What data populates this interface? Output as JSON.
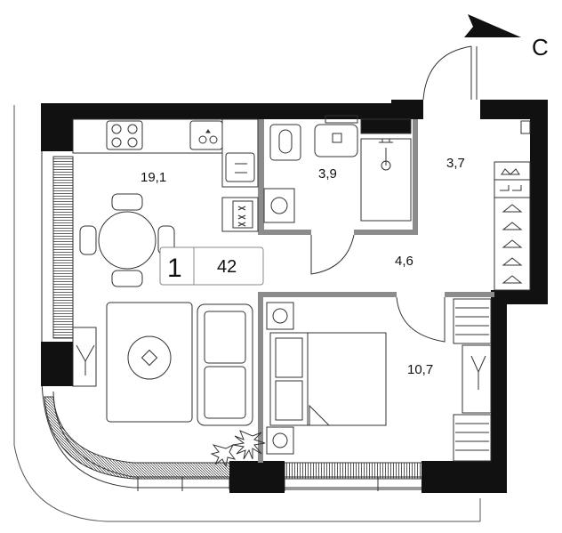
{
  "north": {
    "label": "С"
  },
  "apartment": {
    "rooms_count": "1",
    "total_area": "42"
  },
  "rooms": {
    "living_kitchen": "19,1",
    "bathroom": "3,9",
    "wardrobe": "3,7",
    "hallway": "4,6",
    "bedroom": "10,7"
  },
  "colors": {
    "wall": "#111111",
    "partition": "#8c8c8c",
    "line": "#333333"
  }
}
